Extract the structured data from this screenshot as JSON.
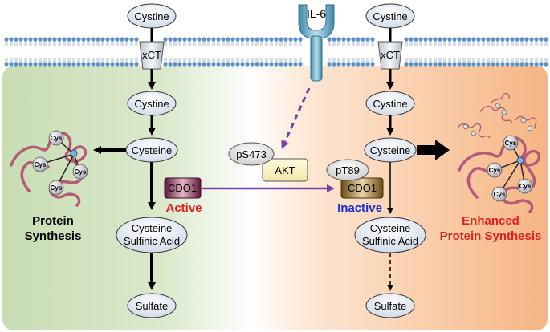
{
  "colors": {
    "left_bg": "#cfe0bd",
    "right_bg": "#f6b98a",
    "membrane_head": "#5b8fc7",
    "purple_arrow": "#7a3fa8",
    "active_red": "#e21f1f",
    "inactive_blue": "#1c2bd6",
    "enhanced_red": "#e21f1f"
  },
  "left": {
    "top_cystine": "Cystine",
    "transporter": "xCT",
    "cystine": "Cystine",
    "cysteine": "Cysteine",
    "cdo1": "CDO1",
    "active": "Active",
    "sulfinic_line1": "Cysteine",
    "sulfinic_line2": "Sulfinic Acid",
    "sulfate": "Sulfate",
    "protein_line1": "Protein",
    "protein_line2": "Synthesis",
    "cys_labels": [
      "Cys",
      "Cys",
      "Cys",
      "Cys"
    ]
  },
  "center": {
    "receptor": "IL-6",
    "ps473": "pS473",
    "akt": "AKT"
  },
  "right": {
    "top_cystine": "Cystine",
    "transporter": "xCT",
    "cystine": "Cystine",
    "cysteine": "Cysteine",
    "pt89": "pT89",
    "cdo1": "CDO1",
    "inactive": "Inactive",
    "sulfinic_line1": "Cysteine",
    "sulfinic_line2": "Sulfinic Acid",
    "sulfate": "Sulfate",
    "enhanced_line1": "Enhanced",
    "enhanced_line2": "Protein Synthesis",
    "cys_labels": [
      "Cys",
      "Cys",
      "Cys",
      "Cys"
    ]
  }
}
